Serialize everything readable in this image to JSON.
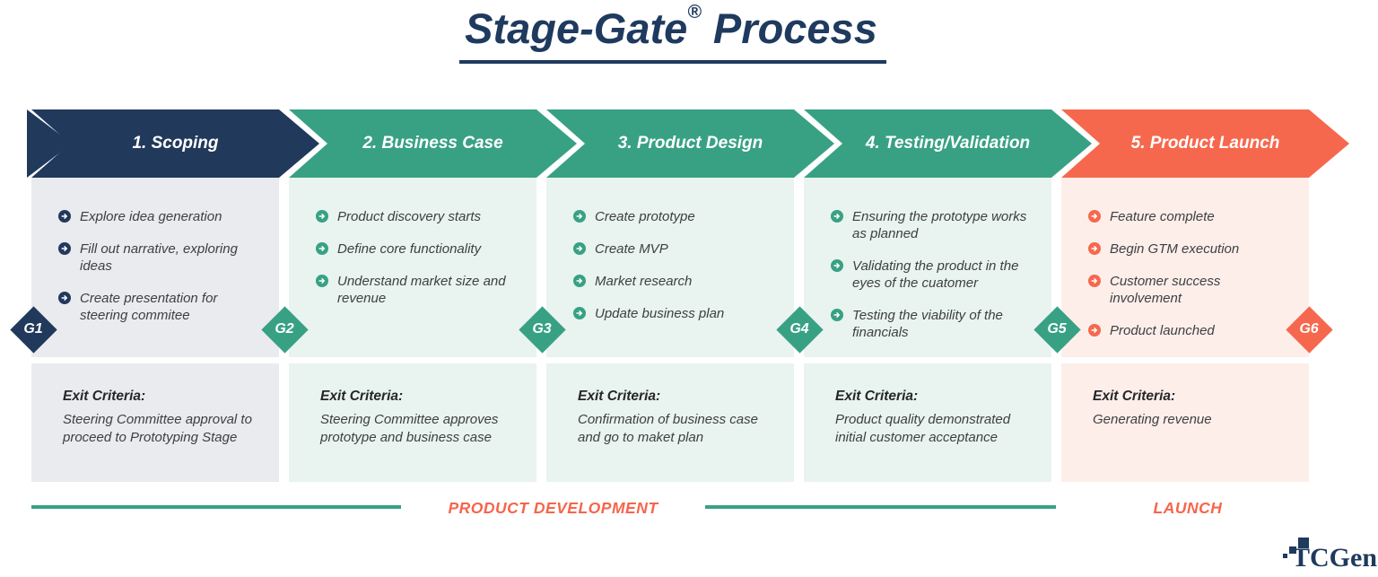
{
  "title": {
    "main": "Stage-Gate",
    "reg": "®",
    "tail": " Process"
  },
  "stages": [
    {
      "title": "1. Scoping",
      "theme": "navy",
      "bullets": [
        "Explore idea generation",
        "Fill out narrative, exploring ideas",
        "Create presentation for steering commitee"
      ],
      "exit_label": "Exit Criteria:",
      "exit_text": "Steering Committee approval to proceed to Prototyping Stage"
    },
    {
      "title": "2. Business Case",
      "theme": "teal",
      "bullets": [
        "Product discovery starts",
        "Define core functionality",
        "Understand market size and revenue"
      ],
      "exit_label": "Exit Criteria:",
      "exit_text": "Steering Committee approves prototype and business case"
    },
    {
      "title": "3. Product Design",
      "theme": "teal",
      "bullets": [
        "Create prototype",
        "Create MVP",
        "Market research",
        "Update business plan"
      ],
      "exit_label": "Exit Criteria:",
      "exit_text": "Confirmation of business case and go to maket plan"
    },
    {
      "title": "4. Testing/Validation",
      "theme": "teal",
      "bullets": [
        "Ensuring the prototype works as planned",
        "Validating the product in the eyes of the cuatomer",
        "Testing the viability of the financials"
      ],
      "exit_label": "Exit Criteria:",
      "exit_text": "Product quality demonstrated initial customer acceptance"
    },
    {
      "title": "5. Product Launch",
      "theme": "coral",
      "bullets": [
        "Feature complete",
        "Begin GTM execution",
        "Customer success involvement",
        "Product launched"
      ],
      "exit_label": "Exit Criteria:",
      "exit_text": "Generating revenue"
    }
  ],
  "gates": [
    {
      "label": "G1",
      "theme": "navy"
    },
    {
      "label": "G2",
      "theme": "teal"
    },
    {
      "label": "G3",
      "theme": "teal"
    },
    {
      "label": "G4",
      "theme": "teal"
    },
    {
      "label": "G5",
      "theme": "teal"
    },
    {
      "label": "G6",
      "theme": "coral"
    }
  ],
  "footer": {
    "product_development": "PRODUCT DEVELOPMENT",
    "launch": "LAUNCH"
  },
  "logo": {
    "text": "TCGen"
  },
  "colors": {
    "navy": "#21395b",
    "teal": "#38a184",
    "coral": "#f6684e",
    "navy_body": "#e9ebee",
    "teal_body": "#e9f3ef",
    "coral_body": "#fdeeea",
    "accent_text": "#f6654b",
    "line": "#38a184"
  }
}
